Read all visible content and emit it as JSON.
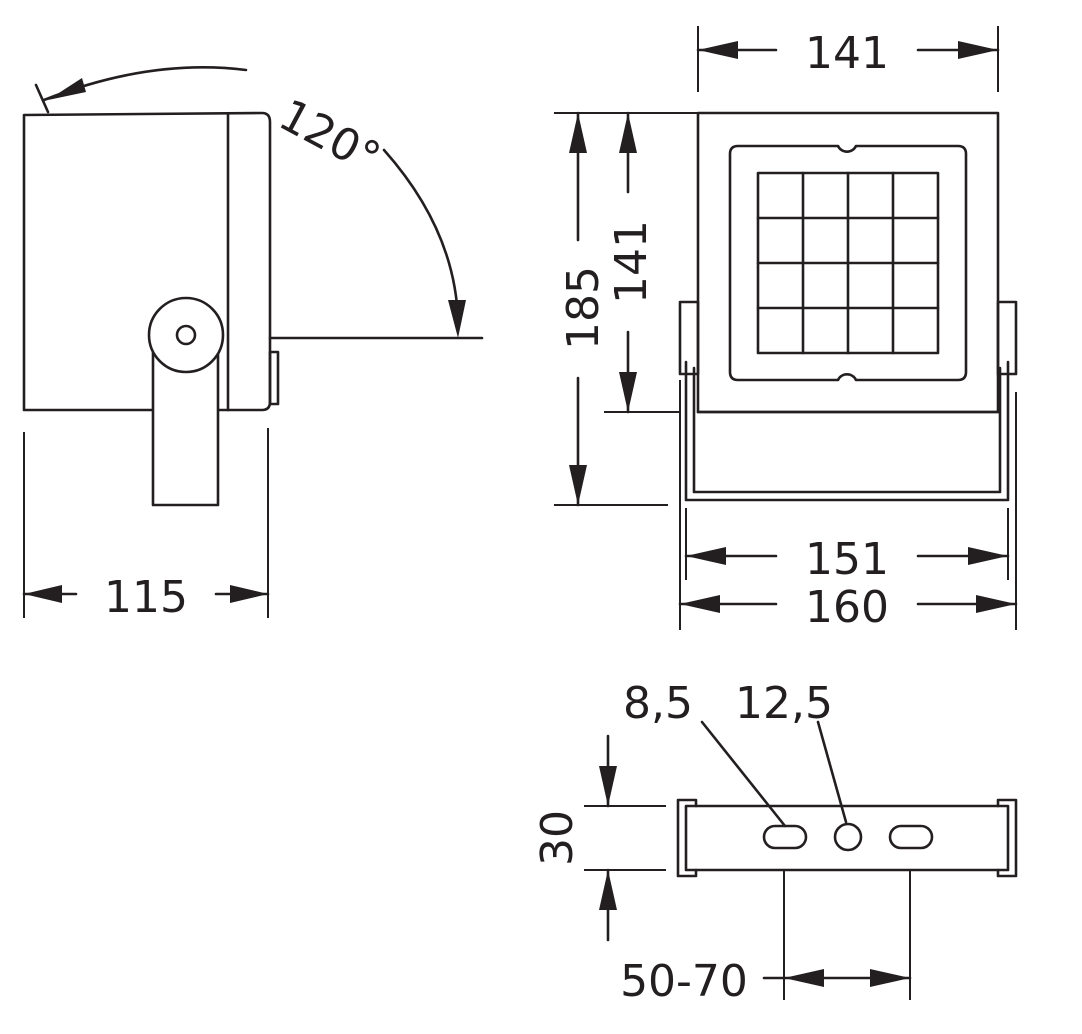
{
  "side_view": {
    "angle_label": "120°",
    "depth_label": "115"
  },
  "front_view": {
    "width_label": "141",
    "height_total_label": "185",
    "height_inner_label": "141",
    "bracket_inner_label": "151",
    "bracket_outer_label": "160"
  },
  "bracket_view": {
    "slot_label": "8,5",
    "hole_label": "12,5",
    "height_label": "30",
    "spacing_label": "50-70"
  }
}
